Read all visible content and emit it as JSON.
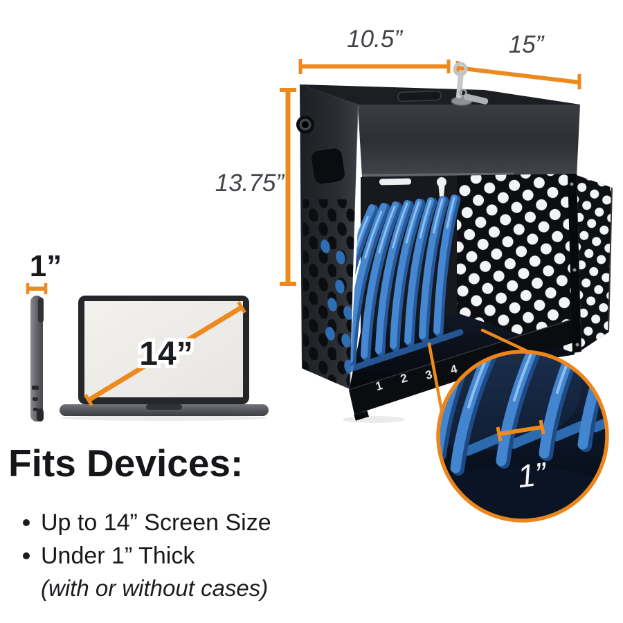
{
  "dimension_labels": {
    "cabinet_depth": "10.5”",
    "cabinet_width": "15”",
    "cabinet_height": "13.75”",
    "device_thickness": "1”",
    "device_screen_diagonal": "14”",
    "slot_spacing": "1”"
  },
  "cabinet": {
    "slot_numbers": [
      "1",
      "2",
      "3",
      "4"
    ]
  },
  "fits_devices": {
    "heading": "Fits Devices:",
    "bullets": [
      "Up to 14” Screen Size",
      "Under 1” Thick"
    ],
    "note": "(with or without cases)"
  },
  "colors": {
    "accent_orange": "#ED8A1E",
    "divider_blue": "#4587D1",
    "cabinet_black": "#1E2126",
    "door_black": "#0E1014",
    "background": "#FFFFFF",
    "text_dark": "#17191C"
  }
}
